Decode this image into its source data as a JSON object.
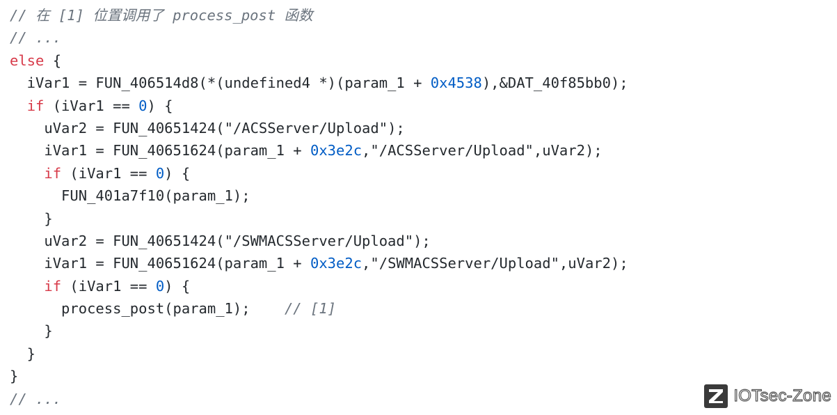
{
  "code": {
    "lines": [
      [
        {
          "t": "comment",
          "v": "// 在 [1] 位置调用了 process_post 函数"
        }
      ],
      [
        {
          "t": "comment",
          "v": "// ..."
        }
      ],
      [
        {
          "t": "keyword",
          "v": "else"
        },
        {
          "t": "plain",
          "v": " {"
        }
      ],
      [
        {
          "t": "plain",
          "v": "  iVar1 = FUN_406514d8(*(undefined4 *)(param_1 + "
        },
        {
          "t": "number",
          "v": "0x4538"
        },
        {
          "t": "plain",
          "v": "),&DAT_40f85bb0);"
        }
      ],
      [
        {
          "t": "plain",
          "v": "  "
        },
        {
          "t": "keyword",
          "v": "if"
        },
        {
          "t": "plain",
          "v": " (iVar1 == "
        },
        {
          "t": "number",
          "v": "0"
        },
        {
          "t": "plain",
          "v": ") {"
        }
      ],
      [
        {
          "t": "plain",
          "v": "    uVar2 = FUN_40651424("
        },
        {
          "t": "string",
          "v": "\"/ACSServer/Upload\""
        },
        {
          "t": "plain",
          "v": ");"
        }
      ],
      [
        {
          "t": "plain",
          "v": "    iVar1 = FUN_40651624(param_1 + "
        },
        {
          "t": "number",
          "v": "0x3e2c"
        },
        {
          "t": "plain",
          "v": ","
        },
        {
          "t": "string",
          "v": "\"/ACSServer/Upload\""
        },
        {
          "t": "plain",
          "v": ",uVar2);"
        }
      ],
      [
        {
          "t": "plain",
          "v": "    "
        },
        {
          "t": "keyword",
          "v": "if"
        },
        {
          "t": "plain",
          "v": " (iVar1 == "
        },
        {
          "t": "number",
          "v": "0"
        },
        {
          "t": "plain",
          "v": ") {"
        }
      ],
      [
        {
          "t": "plain",
          "v": "      FUN_401a7f10(param_1);"
        }
      ],
      [
        {
          "t": "plain",
          "v": "    }"
        }
      ],
      [
        {
          "t": "plain",
          "v": "    uVar2 = FUN_40651424("
        },
        {
          "t": "string",
          "v": "\"/SWMACSServer/Upload\""
        },
        {
          "t": "plain",
          "v": ");"
        }
      ],
      [
        {
          "t": "plain",
          "v": "    iVar1 = FUN_40651624(param_1 + "
        },
        {
          "t": "number",
          "v": "0x3e2c"
        },
        {
          "t": "plain",
          "v": ","
        },
        {
          "t": "string",
          "v": "\"/SWMACSServer/Upload\""
        },
        {
          "t": "plain",
          "v": ",uVar2);"
        }
      ],
      [
        {
          "t": "plain",
          "v": "    "
        },
        {
          "t": "keyword",
          "v": "if"
        },
        {
          "t": "plain",
          "v": " (iVar1 == "
        },
        {
          "t": "number",
          "v": "0"
        },
        {
          "t": "plain",
          "v": ") {"
        }
      ],
      [
        {
          "t": "plain",
          "v": "      process_post(param_1);    "
        },
        {
          "t": "comment",
          "v": "// [1]"
        }
      ],
      [
        {
          "t": "plain",
          "v": "    }"
        }
      ],
      [
        {
          "t": "plain",
          "v": "  }"
        }
      ],
      [
        {
          "t": "plain",
          "v": "}"
        }
      ],
      [
        {
          "t": "comment",
          "v": "// ..."
        }
      ]
    ]
  },
  "watermark": {
    "text": "IOTsec-Zone",
    "icon": "z-logo-icon"
  },
  "colors": {
    "comment": "#6a737d",
    "keyword": "#d73a49",
    "number": "#005cc5",
    "plain": "#24292e"
  }
}
